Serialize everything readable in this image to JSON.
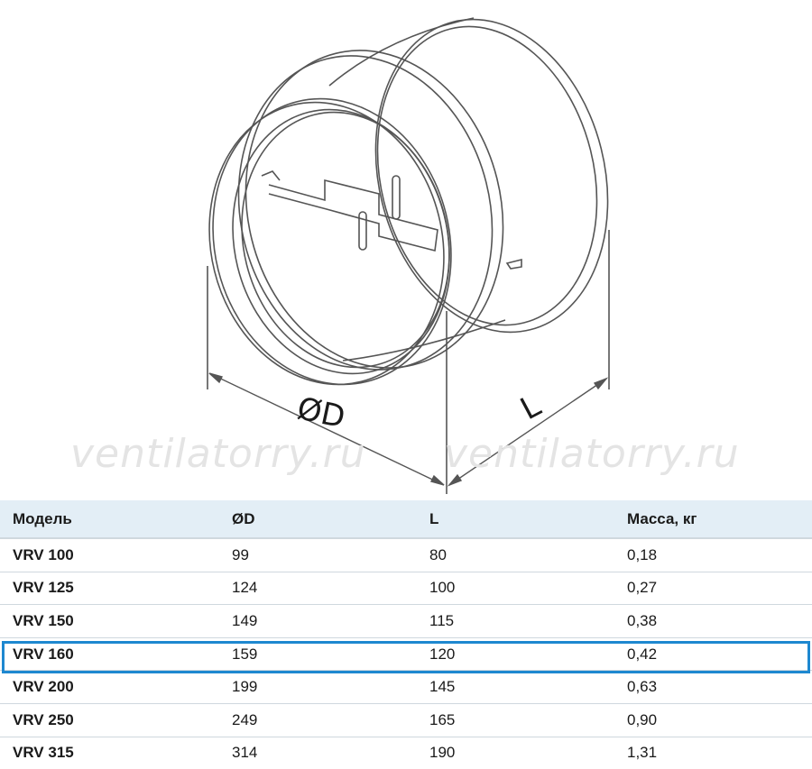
{
  "drawing": {
    "dimension_d": "ØD",
    "dimension_l": "L"
  },
  "watermarks": [
    "ventilatorry.ru",
    "ventilatorry.ru"
  ],
  "table": {
    "headers": [
      "Модель",
      "ØD",
      "L",
      "Масса, кг"
    ],
    "rows": [
      [
        "VRV 100",
        "99",
        "80",
        "0,18"
      ],
      [
        "VRV 125",
        "124",
        "100",
        "0,27"
      ],
      [
        "VRV 150",
        "149",
        "115",
        "0,38"
      ],
      [
        "VRV 160",
        "159",
        "120",
        "0,42"
      ],
      [
        "VRV 200",
        "199",
        "145",
        "0,63"
      ],
      [
        "VRV 250",
        "249",
        "165",
        "0,90"
      ],
      [
        "VRV 315",
        "314",
        "190",
        "1,31"
      ]
    ],
    "highlighted_row": "VRV 160"
  },
  "colors": {
    "header_bg": "#e3eef6",
    "highlight_border": "#1e88d0",
    "line": "#555555"
  }
}
